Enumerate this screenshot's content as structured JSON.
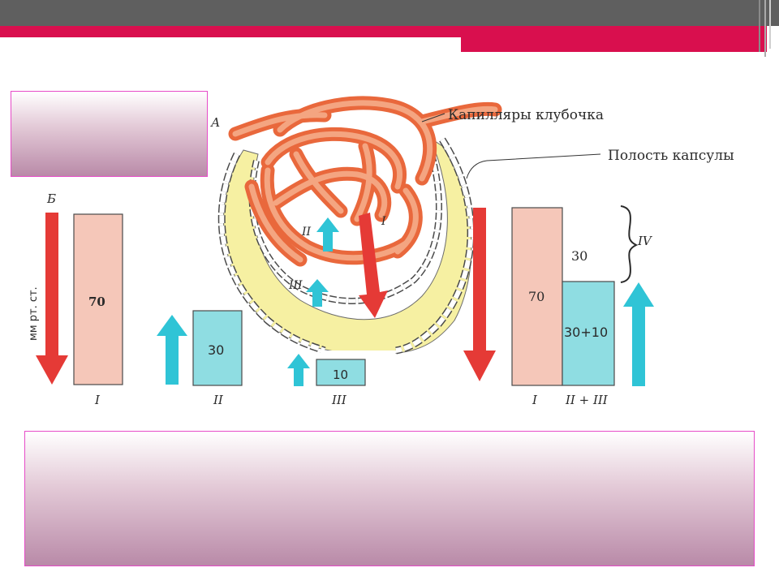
{
  "labels": {
    "letter_a": "А",
    "letter_b": "Б",
    "capillaries": "Капилляры клубочка",
    "capsule_cavity": "Полость капсулы",
    "unit": "мм рт. ст.",
    "roman_1": "I",
    "roman_2": "II",
    "roman_3": "III",
    "roman_4": "IV",
    "roman_2_3": "II + III"
  },
  "bars": {
    "bar_1": "70",
    "bar_2": "30",
    "bar_3": "10",
    "bar_4_top": "70",
    "bar_4_bottom": "30+10",
    "difference": "30"
  },
  "colors": {
    "accent_red": "#d90f4e",
    "header_grey": "#5f5f5f",
    "arrow_red": "#e53a36",
    "arrow_cyan": "#2fc4d6",
    "bar_pink": "#f5c7b9",
    "bar_cyan": "#8fdde2",
    "capillary_orange": "#f0845a",
    "capsule_yellow": "#f6f0a2"
  }
}
